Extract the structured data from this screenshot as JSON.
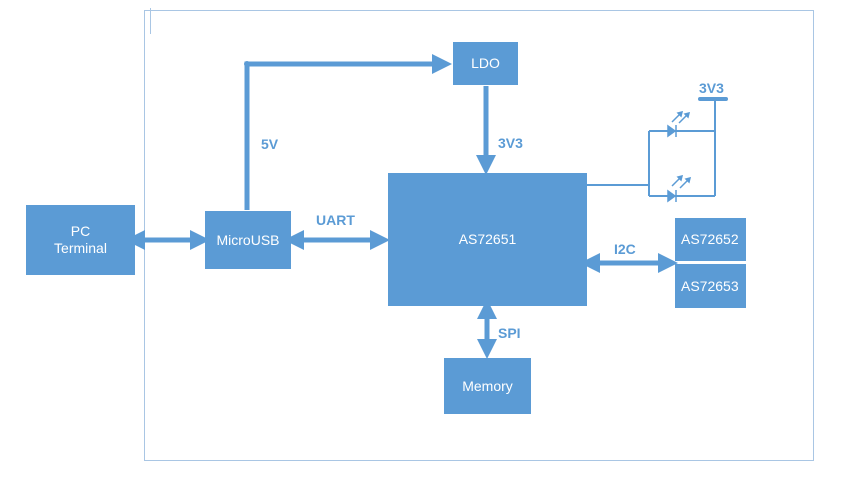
{
  "blocks": {
    "pc_terminal": "PC\nTerminal",
    "microusb": "MicroUSB",
    "ldo": "LDO",
    "as72651": "AS72651",
    "as72652": "AS72652",
    "as72653": "AS72653",
    "memory": "Memory"
  },
  "labels": {
    "v5": "5V",
    "v3v3_mid": "3V3",
    "v3v3_top": "3V3",
    "uart": "UART",
    "i2c": "I2C",
    "spi": "SPI"
  },
  "colors": {
    "block": "#5b9bd5",
    "frame": "#a9c6e4",
    "text_on_block": "#ffffff"
  }
}
